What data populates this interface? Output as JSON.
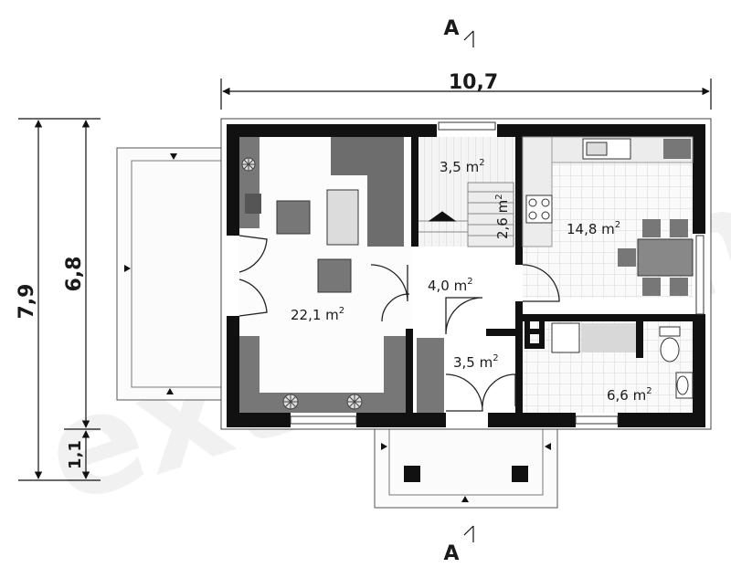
{
  "section_marker": "A",
  "dimensions": {
    "width": "10,7",
    "total_depth": "7,9",
    "house_depth": "6,8",
    "porch_depth": "1,1"
  },
  "rooms": {
    "living": {
      "area": "22,1 m",
      "exp": "2"
    },
    "stairs": {
      "area": "3,5 m",
      "exp": "2"
    },
    "stair_small": {
      "area": "2,6 m",
      "exp": "2"
    },
    "kitchen": {
      "area": "14,8 m",
      "exp": "2"
    },
    "hall": {
      "area": "4,0 m",
      "exp": "2"
    },
    "entry": {
      "area": "3,5 m",
      "exp": "2"
    },
    "bathroom": {
      "area": "6,6 m",
      "exp": "2"
    }
  },
  "watermark": "extradom"
}
